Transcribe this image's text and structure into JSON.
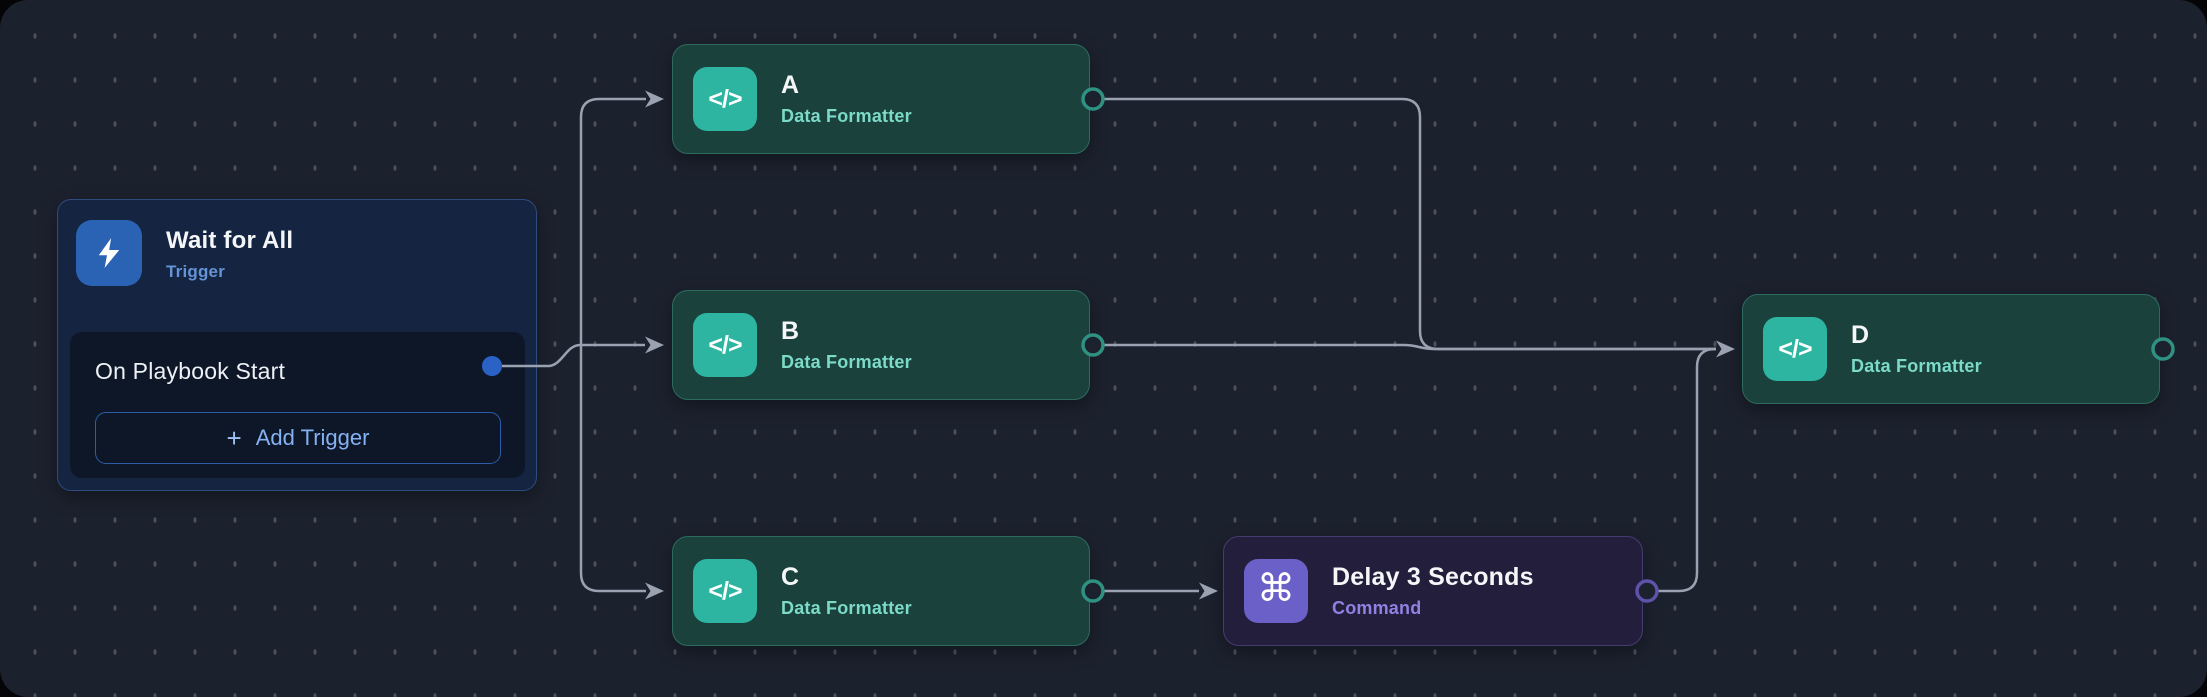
{
  "canvas": {
    "background_color": "#1c212e",
    "outer_background_color": "#050507",
    "grid_dot_color": "#4b505c",
    "wire_color": "#9aa2b1"
  },
  "icons": {
    "code": "</>",
    "command": "⌘"
  },
  "nodes": {
    "trigger": {
      "title": "Wait for All",
      "subtitle": "Trigger",
      "icon": "lightning-bolt",
      "accent_color": "#2b63b4",
      "event_label": "On Playbook Start",
      "add_button_plus": "+",
      "add_button_label": "Add Trigger",
      "port_color": "#2a62c6"
    },
    "a": {
      "title": "A",
      "subtitle": "Data Formatter",
      "icon": "code",
      "accent_color": "#2eb5a1",
      "port_color": "#2f9182"
    },
    "b": {
      "title": "B",
      "subtitle": "Data Formatter",
      "icon": "code",
      "accent_color": "#2eb5a1",
      "port_color": "#2f9182"
    },
    "c": {
      "title": "C",
      "subtitle": "Data Formatter",
      "icon": "code",
      "accent_color": "#2eb5a1",
      "port_color": "#2f9182"
    },
    "delay": {
      "title": "Delay 3 Seconds",
      "subtitle": "Command",
      "icon": "command",
      "accent_color": "#6b5fc8",
      "port_color": "#5e52aa"
    },
    "d": {
      "title": "D",
      "subtitle": "Data Formatter",
      "icon": "code",
      "accent_color": "#2eb5a1",
      "port_color": "#2f9182"
    }
  },
  "edges": [
    {
      "from": "trigger",
      "to": "a"
    },
    {
      "from": "trigger",
      "to": "b"
    },
    {
      "from": "trigger",
      "to": "c"
    },
    {
      "from": "a",
      "to": "d"
    },
    {
      "from": "b",
      "to": "d"
    },
    {
      "from": "c",
      "to": "delay"
    },
    {
      "from": "delay",
      "to": "d"
    }
  ]
}
